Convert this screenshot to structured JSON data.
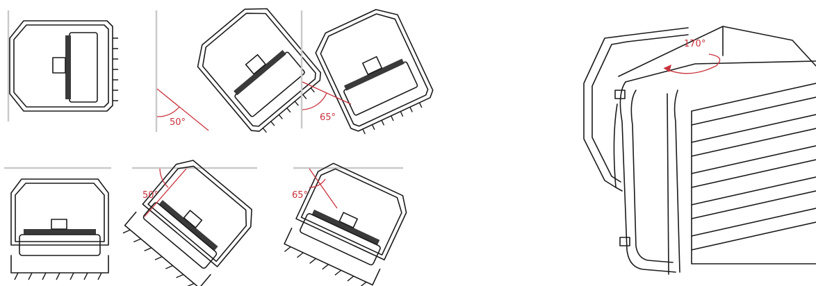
{
  "colors": {
    "line": "#1a1a1a",
    "wall": "#c9c9c9",
    "angle": "#c8323c"
  },
  "views": [
    {
      "id": "wall-0",
      "angle_label": ""
    },
    {
      "id": "wall-50",
      "angle_label": "50°"
    },
    {
      "id": "wall-65",
      "angle_label": "65°"
    },
    {
      "id": "ceiling-0",
      "angle_label": ""
    },
    {
      "id": "ceiling-50",
      "angle_label": "50°"
    },
    {
      "id": "ceiling-65",
      "angle_label": "65°"
    }
  ],
  "isometric": {
    "rotation_label": "170°"
  }
}
